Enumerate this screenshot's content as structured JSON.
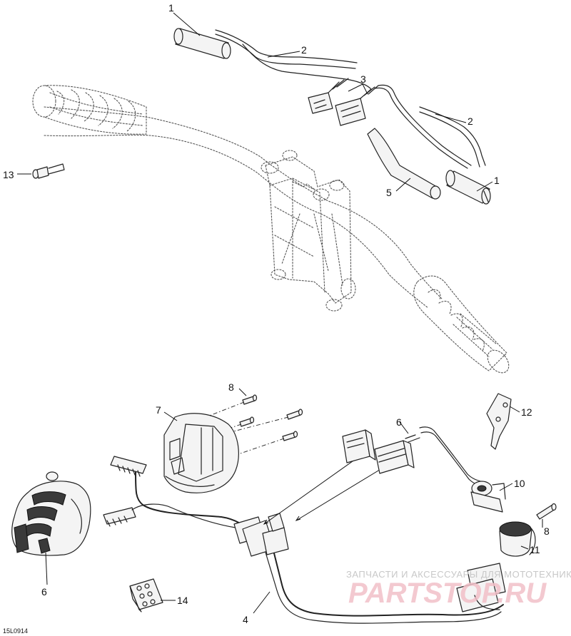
{
  "diagram": {
    "drawing_code": "15L0914",
    "callouts": [
      {
        "id": "c1a",
        "label": "1"
      },
      {
        "id": "c2a",
        "label": "2"
      },
      {
        "id": "c3",
        "label": "3"
      },
      {
        "id": "c2b",
        "label": "2"
      },
      {
        "id": "c1b",
        "label": "1"
      },
      {
        "id": "c5",
        "label": "5"
      },
      {
        "id": "c13",
        "label": "13"
      },
      {
        "id": "c8a",
        "label": "8"
      },
      {
        "id": "c7",
        "label": "7"
      },
      {
        "id": "c6a",
        "label": "6"
      },
      {
        "id": "c12",
        "label": "12"
      },
      {
        "id": "c10",
        "label": "10"
      },
      {
        "id": "c8b",
        "label": "8"
      },
      {
        "id": "c11",
        "label": "11"
      },
      {
        "id": "c6b",
        "label": "6"
      },
      {
        "id": "c14",
        "label": "14"
      },
      {
        "id": "c4",
        "label": "4"
      }
    ]
  },
  "watermark": {
    "line1": "ЗАПЧАСТИ И АКСЕССУАРЫ ДЛЯ МОТОТЕХНИКИ",
    "line2": "PARTSTOP.RU"
  }
}
